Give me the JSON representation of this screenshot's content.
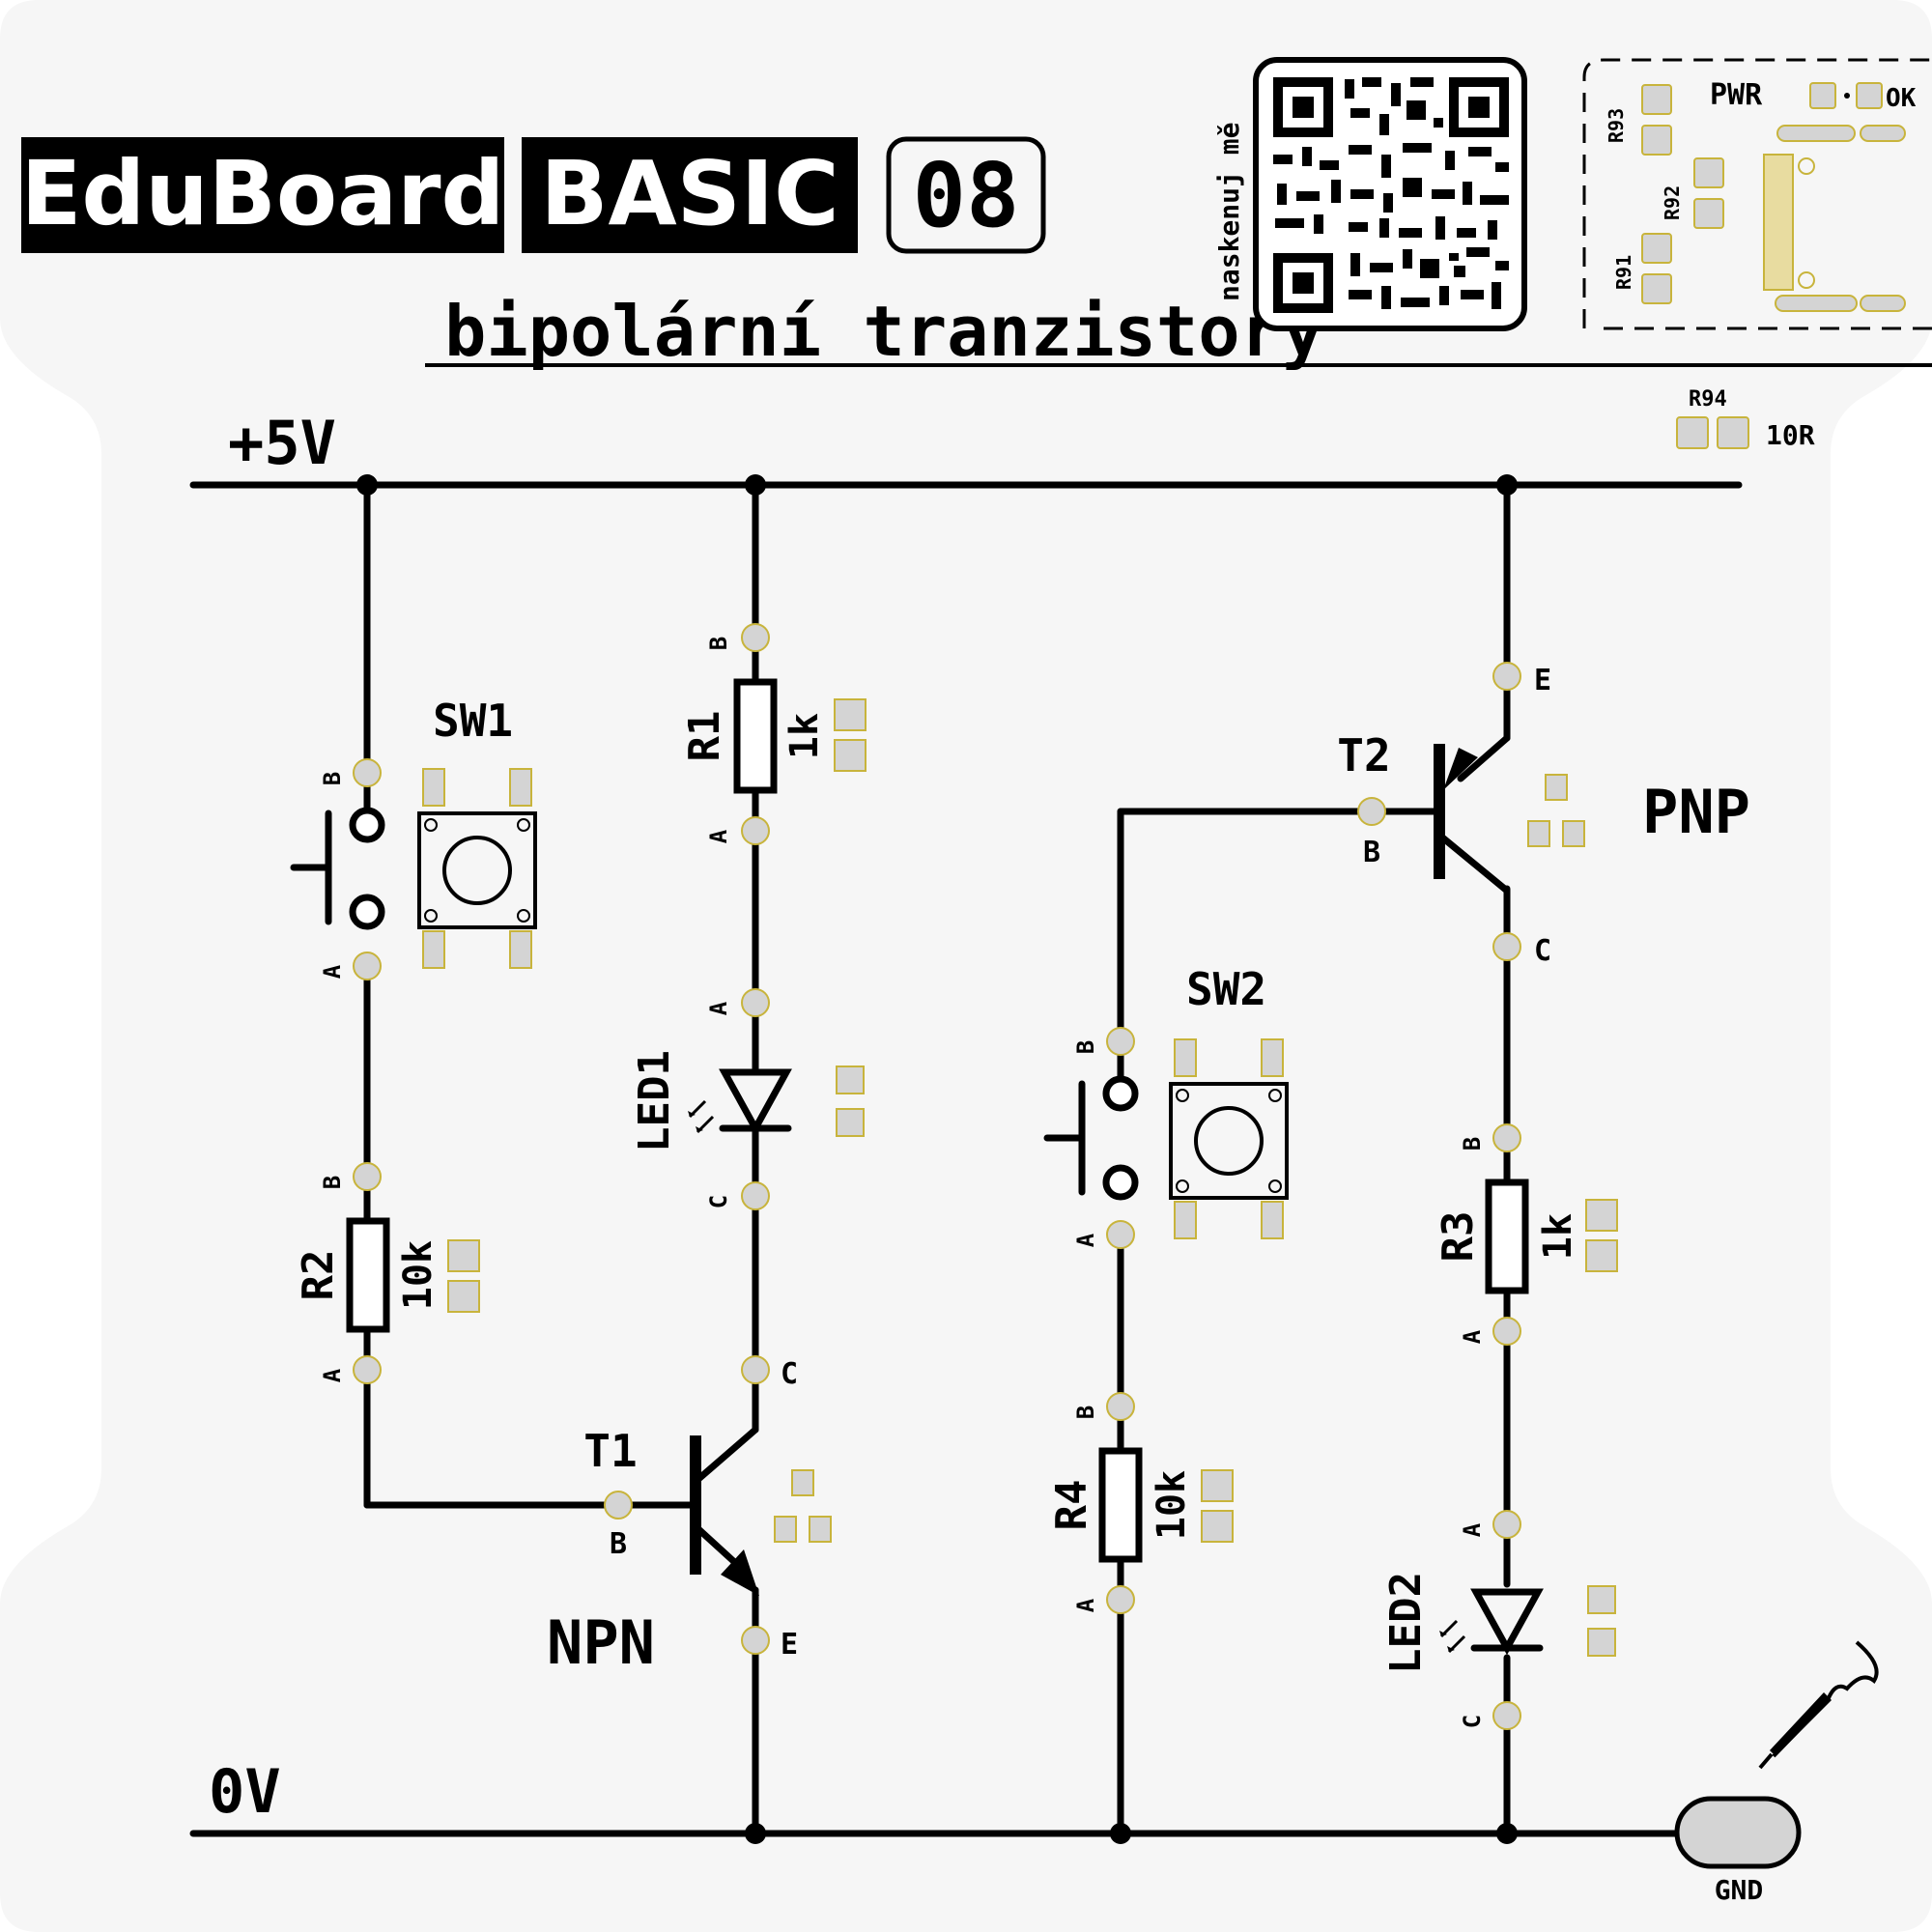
{
  "colors": {
    "board": "#f6f6f6",
    "outside": "#ffffff",
    "ink": "#000000",
    "pad_fill": "#d4d4d4",
    "pad_outline": "#c8b43c"
  },
  "header": {
    "brand": "EduBoard",
    "series": "BASIC",
    "number": "08",
    "subtitle": "bipolární tranzistory",
    "qr_label": "naskenuj mě"
  },
  "power_block": {
    "pwr_label": "PWR",
    "ok_label": "OK",
    "r91": "R91",
    "r92": "R92",
    "r93": "R93",
    "r94": "R94",
    "r94_value": "10R"
  },
  "rails": {
    "supply": "+5V",
    "ground": "0V",
    "gnd_pad": "GND"
  },
  "components": {
    "sw1": "SW1",
    "sw2": "SW2",
    "r1": "R1",
    "r1_value": "1k",
    "r2": "R2",
    "r2_value": "10k",
    "r3": "R3",
    "r3_value": "1k",
    "r4": "R4",
    "r4_value": "10k",
    "led1": "LED1",
    "led2": "LED2",
    "t1": "T1",
    "t1_type": "NPN",
    "t2": "T2",
    "t2_type": "PNP"
  },
  "pins": {
    "a": "A",
    "b": "B",
    "c": "C",
    "e": "E"
  },
  "icons": {
    "qr": "qr-code-icon",
    "probe": "probe-icon",
    "usb": "usb-c-connector-icon"
  }
}
